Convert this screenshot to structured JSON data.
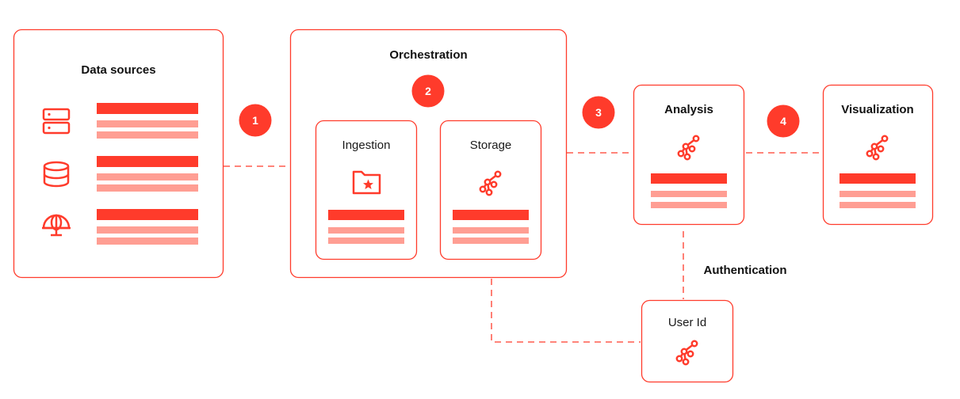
{
  "colors": {
    "accent": "#FF3B2B",
    "accent_light": "#FF9E93",
    "text": "#111111",
    "background": "#FFFFFF"
  },
  "data_sources": {
    "title": "Data sources",
    "icons": [
      "server-icon",
      "database-icon",
      "globe-network-icon"
    ]
  },
  "orchestration": {
    "title": "Orchestration",
    "step": "2",
    "ingestion": {
      "title": "Ingestion",
      "icon": "folder-star-icon"
    },
    "storage": {
      "title": "Storage",
      "icon": "graph-nodes-icon"
    }
  },
  "analysis": {
    "title": "Analysis",
    "icon": "graph-nodes-icon"
  },
  "visualization": {
    "title": "Visualization",
    "icon": "graph-nodes-icon"
  },
  "authentication": {
    "label": "Authentication"
  },
  "user_id": {
    "title": "User Id",
    "icon": "graph-nodes-icon"
  },
  "steps": [
    "1",
    "2",
    "3",
    "4"
  ]
}
